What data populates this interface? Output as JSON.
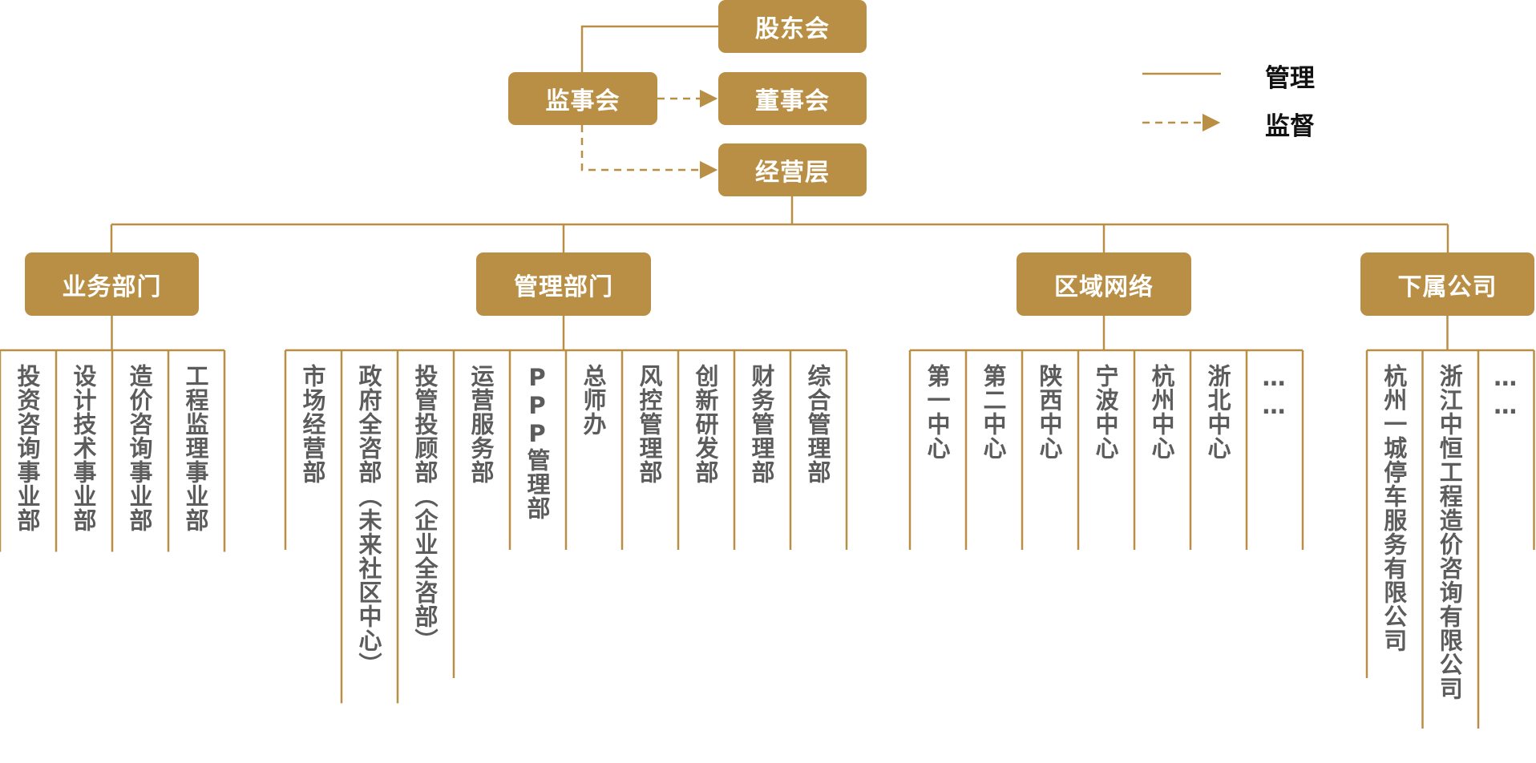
{
  "colors": {
    "accent": "#b98f45",
    "box_text": "#ffffff",
    "unit_text": "#5c5c5c",
    "legend_text": "#111111"
  },
  "top": {
    "shareholders": "股东会",
    "supervisors": "监事会",
    "board": "董事会",
    "management": "经营层"
  },
  "legend": {
    "solid_label": "管理",
    "dashed_label": "监督"
  },
  "groups": [
    {
      "name": "业务部门",
      "units": [
        "投资咨询事业部",
        "设计技术事业部",
        "造价咨询事业部",
        "工程监理事业部"
      ]
    },
    {
      "name": "管理部门",
      "units": [
        "市场经营部",
        "政府全咨部（未来社区中心）",
        "投管投顾部（企业全咨部）",
        "运营服务部",
        "PPP管理部",
        "总师办",
        "风控管理部",
        "创新研发部",
        "财务管理部",
        "综合管理部"
      ]
    },
    {
      "name": "区域网络",
      "units": [
        "第一中心",
        "第二中心",
        "陕西中心",
        "宁波中心",
        "杭州中心",
        "浙北中心",
        "……"
      ]
    },
    {
      "name": "下属公司",
      "units": [
        "杭州一城停车服务有限公司",
        "浙江中恒工程造价咨询有限公司",
        "……"
      ]
    }
  ]
}
